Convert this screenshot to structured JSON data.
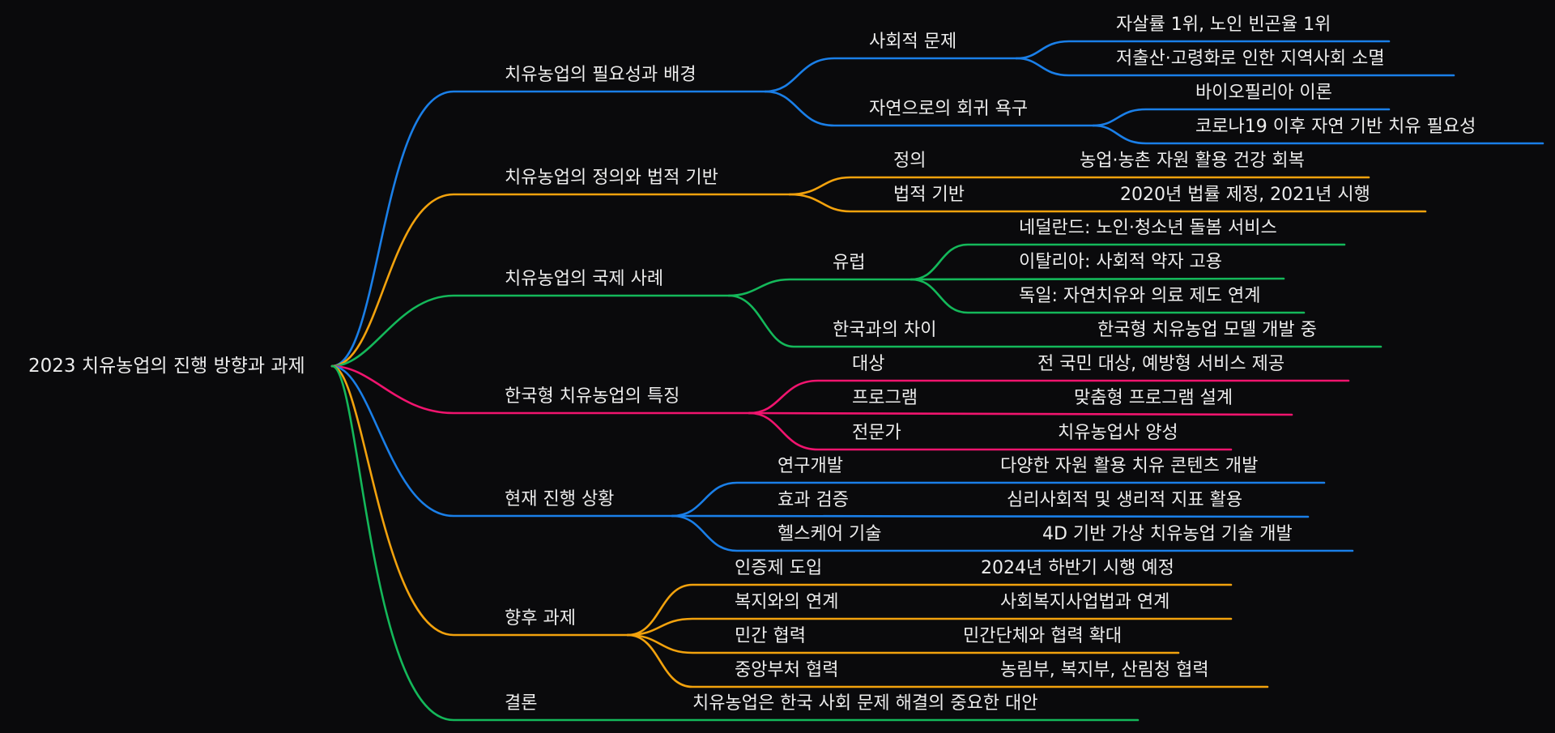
{
  "colors": {
    "background": "#0a0a0c",
    "text": "#ededed",
    "blue": "#1a7fe8",
    "orange": "#f2a20d",
    "green": "#14b85a",
    "pink": "#f0146e"
  },
  "root": {
    "label": "2023 치유농업의 진행 방향과 과제"
  },
  "branches": [
    {
      "label": "치유농업의 필요성과 배경",
      "color": "blue",
      "children": [
        {
          "label": "사회적 문제",
          "children": [
            {
              "label": "자살률 1위, 노인 빈곤율 1위"
            },
            {
              "label": "저출산·고령화로 인한 지역사회 소멸"
            }
          ]
        },
        {
          "label": "자연으로의 회귀 욕구",
          "children": [
            {
              "label": "바이오필리아 이론"
            },
            {
              "label": "코로나19 이후 자연 기반 치유 필요성"
            }
          ]
        }
      ]
    },
    {
      "label": "치유농업의 정의와 법적 기반",
      "color": "orange",
      "children": [
        {
          "label": "정의",
          "children": [
            {
              "label": "농업·농촌 자원 활용 건강 회복"
            }
          ]
        },
        {
          "label": "법적 기반",
          "children": [
            {
              "label": "2020년 법률 제정, 2021년 시행"
            }
          ]
        }
      ]
    },
    {
      "label": "치유농업의 국제 사례",
      "color": "green",
      "children": [
        {
          "label": "유럽",
          "children": [
            {
              "label": "네덜란드: 노인·청소년 돌봄 서비스"
            },
            {
              "label": "이탈리아: 사회적 약자 고용"
            },
            {
              "label": "독일: 자연치유와 의료 제도 연계"
            }
          ]
        },
        {
          "label": "한국과의 차이",
          "children": [
            {
              "label": "한국형 치유농업 모델 개발 중"
            }
          ]
        }
      ]
    },
    {
      "label": "한국형 치유농업의 특징",
      "color": "pink",
      "children": [
        {
          "label": "대상",
          "children": [
            {
              "label": "전 국민 대상, 예방형 서비스 제공"
            }
          ]
        },
        {
          "label": "프로그램",
          "children": [
            {
              "label": "맞춤형 프로그램 설계"
            }
          ]
        },
        {
          "label": "전문가",
          "children": [
            {
              "label": "치유농업사 양성"
            }
          ]
        }
      ]
    },
    {
      "label": "현재 진행 상황",
      "color": "blue",
      "children": [
        {
          "label": "연구개발",
          "children": [
            {
              "label": "다양한 자원 활용 치유 콘텐츠 개발"
            }
          ]
        },
        {
          "label": "효과 검증",
          "children": [
            {
              "label": "심리사회적 및 생리적 지표 활용"
            }
          ]
        },
        {
          "label": "헬스케어 기술",
          "children": [
            {
              "label": "4D 기반 가상 치유농업 기술 개발"
            }
          ]
        }
      ]
    },
    {
      "label": "향후 과제",
      "color": "orange",
      "children": [
        {
          "label": "인증제 도입",
          "children": [
            {
              "label": "2024년 하반기 시행 예정"
            }
          ]
        },
        {
          "label": "복지와의 연계",
          "children": [
            {
              "label": "사회복지사업법과 연계"
            }
          ]
        },
        {
          "label": "민간 협력",
          "children": [
            {
              "label": "민간단체와 협력 확대"
            }
          ]
        },
        {
          "label": "중앙부처 협력",
          "children": [
            {
              "label": "농림부, 복지부, 산림청 협력"
            }
          ]
        }
      ]
    },
    {
      "label": "결론",
      "color": "green",
      "children": [
        {
          "label": "치유농업은 한국 사회 문제 해결의 중요한 대안"
        }
      ]
    }
  ]
}
